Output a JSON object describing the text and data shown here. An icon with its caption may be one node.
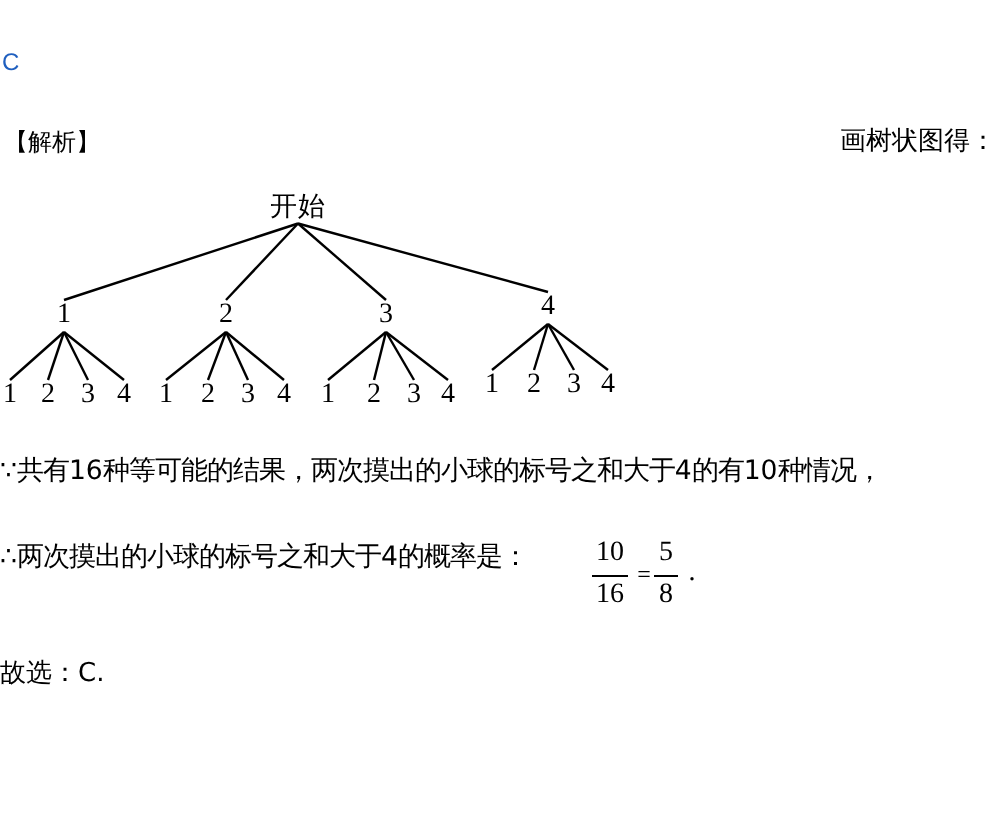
{
  "diagram": {
    "nodes": [
      {
        "text": [
          "开始"
        ]
      },
      {
        "text": [
          "1"
        ]
      },
      {
        "text": [
          "2"
        ]
      },
      {
        "text": [
          "3"
        ]
      },
      {
        "text": [
          "4"
        ]
      },
      {
        "text": [
          "1"
        ]
      },
      {
        "text": [
          "2"
        ]
      },
      {
        "text": [
          "3"
        ]
      },
      {
        "text": [
          "4"
        ]
      },
      {
        "text": [
          "1"
        ]
      },
      {
        "text": [
          "2"
        ]
      },
      {
        "text": [
          "3"
        ]
      },
      {
        "text": [
          "4"
        ]
      },
      {
        "text": [
          "1"
        ]
      },
      {
        "text": [
          "2"
        ]
      },
      {
        "text": [
          "3"
        ]
      },
      {
        "text": [
          "4"
        ]
      },
      {
        "text": [
          "1"
        ]
      },
      {
        "text": [
          "2"
        ]
      },
      {
        "text": [
          "3"
        ]
      },
      {
        "text": [
          "4"
        ]
      }
    ],
    "edges": [
      {
        "from": 0,
        "to": 1,
        "arrow": "none"
      },
      {
        "from": 0,
        "to": 2,
        "arrow": "none"
      },
      {
        "from": 0,
        "to": 3,
        "arrow": "none"
      },
      {
        "from": 0,
        "to": 4,
        "arrow": "none"
      },
      {
        "from": 1,
        "to": 5,
        "arrow": "none"
      },
      {
        "from": 1,
        "to": 6,
        "arrow": "none"
      },
      {
        "from": 1,
        "to": 7,
        "arrow": "none"
      },
      {
        "from": 1,
        "to": 8,
        "arrow": "none"
      },
      {
        "from": 2,
        "to": 9,
        "arrow": "none"
      },
      {
        "from": 2,
        "to": 10,
        "arrow": "none"
      },
      {
        "from": 2,
        "to": 11,
        "arrow": "none"
      },
      {
        "from": 2,
        "to": 12,
        "arrow": "none"
      },
      {
        "from": 3,
        "to": 13,
        "arrow": "none"
      },
      {
        "from": 3,
        "to": 14,
        "arrow": "none"
      },
      {
        "from": 3,
        "to": 15,
        "arrow": "none"
      },
      {
        "from": 3,
        "to": 16,
        "arrow": "none"
      },
      {
        "from": 4,
        "to": 17,
        "arrow": "none"
      },
      {
        "from": 4,
        "to": 18,
        "arrow": "none"
      },
      {
        "from": 4,
        "to": 19,
        "arrow": "none"
      },
      {
        "from": 4,
        "to": 20,
        "arrow": "none"
      }
    ],
    "labels": [
      "C",
      "【解析】",
      "画树状图得：",
      "∵共有16种等可能的结果，两次摸出的小球的标号之和大于4的有10种情况，",
      "∴两次摸出的小球的标号之和大于4的概率是：",
      "10",
      "16",
      "=",
      "5",
      "8",
      ".",
      "故选：C."
    ]
  }
}
